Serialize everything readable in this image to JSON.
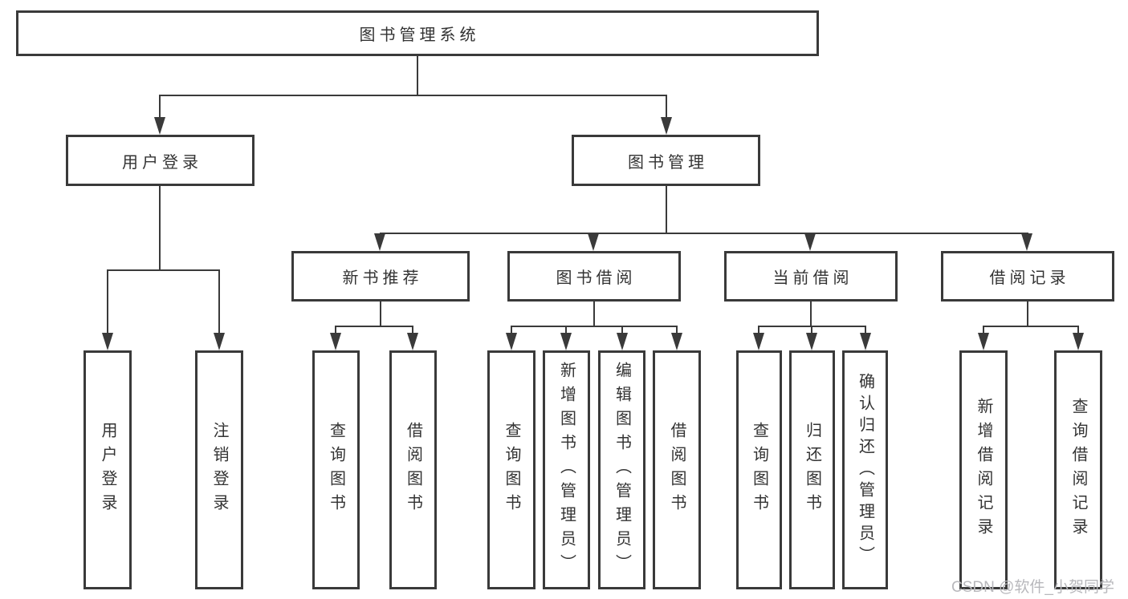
{
  "colors": {
    "line": "#3a3a3a",
    "text": "#333333",
    "background": "#ffffff",
    "watermark_text_color": "#b8b8bc"
  },
  "diagram": {
    "root": "图书管理系统",
    "level2": [
      "用户登录",
      "图书管理"
    ],
    "level3": [
      "新书推荐",
      "图书借阅",
      "当前借阅",
      "借阅记录"
    ],
    "leaves": {
      "login": [
        "用户登录",
        "注销登录"
      ],
      "recommend": [
        "查询图书",
        "借阅图书"
      ],
      "borrow": [
        "查询图书",
        "新增图书（管理员）",
        "编辑图书（管理员）",
        "借阅图书"
      ],
      "current": [
        "查询图书",
        "归还图书",
        "确认归还（管理员）"
      ],
      "records": [
        "新增借阅记录",
        "查询借阅记录"
      ]
    }
  },
  "watermark": "CSDN @软件_小贺同学"
}
